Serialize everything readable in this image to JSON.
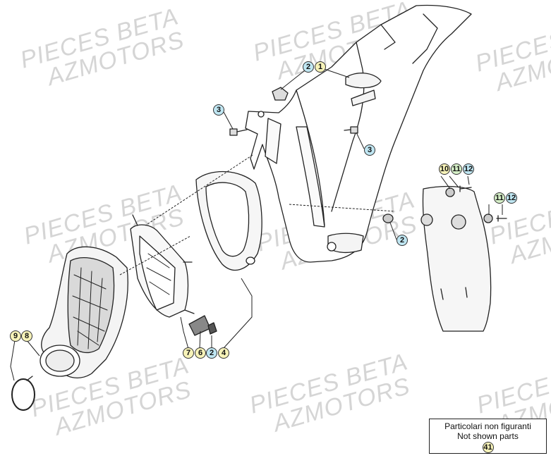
{
  "watermark": {
    "line1": "PIECES BETA",
    "line2": "AZMOTORS"
  },
  "callouts": {
    "c1": "1",
    "c2a": "2",
    "c3a": "3",
    "c3b": "3",
    "c2b": "2",
    "c10": "10",
    "c11a": "11",
    "c12a": "12",
    "c11b": "11",
    "c12b": "12",
    "c9": "9",
    "c8": "8",
    "c7": "7",
    "c6": "6",
    "c2c": "2",
    "c4": "4"
  },
  "legend": {
    "line1": "Particolari non figuranti",
    "line2": "Not shown parts",
    "number": "41"
  },
  "colors": {
    "callout_yellow": "#f6f2b8",
    "callout_blue": "#bfe6f2",
    "callout_green": "#d6f0c8",
    "watermark": "#c8c8c8",
    "outline": "#222222"
  }
}
